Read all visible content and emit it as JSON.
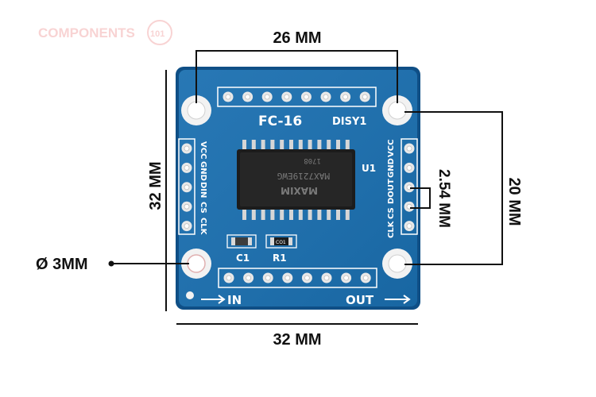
{
  "watermark": {
    "text": "COMPONENTS",
    "superscript": "101"
  },
  "dimensions": {
    "hole_spacing": "26 MM",
    "board_height": "32 MM",
    "board_width": "32 MM",
    "hole_vertical_spacing": "20 MM",
    "pin_pitch": "2.54 MM",
    "hole_diameter": "Ø 3MM"
  },
  "board": {
    "model": "FC-16",
    "label": "DISY1",
    "ic_ref": "U1",
    "ic_brand": "MAXIM",
    "ic_part": "MAX7219EWG",
    "ic_date": "1708",
    "cap_ref": "C1",
    "res_ref": "R1",
    "res_code": "CO1",
    "input_label": "IN",
    "output_label": "OUT",
    "input_pins": [
      "VCC",
      "GND",
      "DIN",
      "CS",
      "CLK"
    ],
    "output_pins": [
      "VCC",
      "GND",
      "DOUT",
      "CS",
      "CLK"
    ]
  },
  "colors": {
    "pcb": "#1a6fb0",
    "pcb_dark": "#0f4f86",
    "ic": "#1c1c1c",
    "pad": "#e8e8e8"
  }
}
